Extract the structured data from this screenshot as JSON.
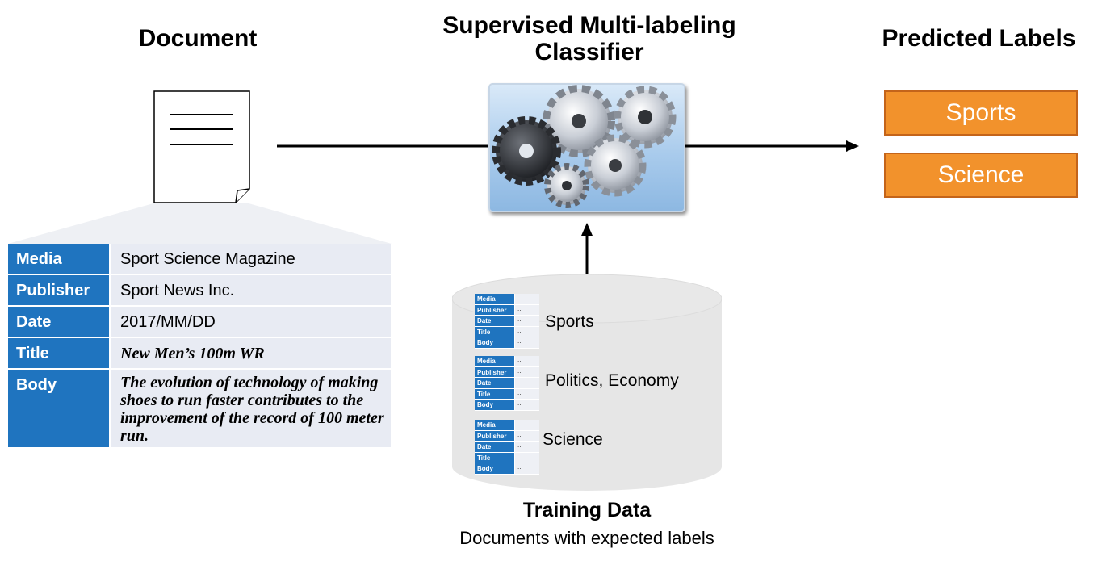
{
  "headings": {
    "document": "Document",
    "classifier": "Supervised Multi-labeling\nClassifier",
    "classifier_line1": "Supervised Multi-labeling",
    "classifier_line2": "Classifier",
    "predicted": "Predicted Labels"
  },
  "document_metadata": [
    {
      "key": "Media",
      "value": "Sport Science Magazine"
    },
    {
      "key": "Publisher",
      "value": "Sport News Inc."
    },
    {
      "key": "Date",
      "value": "2017/MM/DD"
    },
    {
      "key": "Title",
      "value": "New Men’s 100m WR"
    },
    {
      "key": "Body",
      "value": "The evolution of technology of making shoes to run faster contributes to the improvement of the record of 100 meter run."
    }
  ],
  "predicted_labels": [
    "Sports",
    "Science"
  ],
  "training_data": {
    "title": "Training Data",
    "subtitle": "Documents with expected labels",
    "field_keys": [
      "Media",
      "Publisher",
      "Date",
      "Title",
      "Body"
    ],
    "ellipsis": "...",
    "groups": [
      {
        "label": "Sports"
      },
      {
        "label": "Politics, Economy"
      },
      {
        "label": "Science"
      }
    ]
  },
  "colors": {
    "table_key_bg": "#1f74bf",
    "table_value_bg": "#e8ebf3",
    "label_fill": "#f2922c",
    "label_border": "#c4641a",
    "cylinder_fill": "#e6e6e6"
  }
}
